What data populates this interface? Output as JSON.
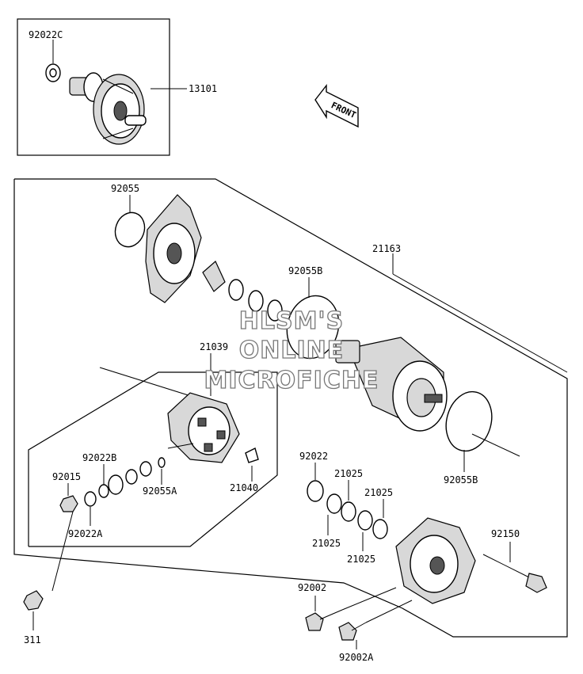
{
  "diagram": {
    "callouts": {
      "p92022C": "92022C",
      "p13101": "13101",
      "p92055": "92055",
      "p21163": "21163",
      "p92055B_top": "92055B",
      "p21039": "21039",
      "p92022B": "92022B",
      "p92015": "92015",
      "p92055A": "92055A",
      "p21040": "21040",
      "p92022A": "92022A",
      "p311": "311",
      "p92022": "92022",
      "p21025_a": "21025",
      "p21025_b": "21025",
      "p21025_c": "21025",
      "p21025_d": "21025",
      "p92055B_bottom": "92055B",
      "p92150": "92150",
      "p92002": "92002",
      "p92002A": "92002A"
    },
    "front_marker": "FRONT",
    "watermark": [
      "HLSM'S",
      "ONLINE",
      "MICROFICHE"
    ]
  }
}
